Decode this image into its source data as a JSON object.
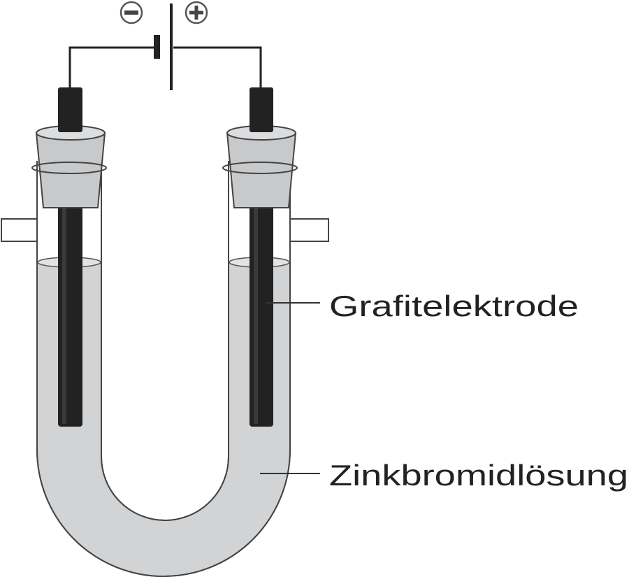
{
  "diagram": {
    "battery": {
      "negative_symbol": "minus-sign",
      "positive_symbol": "plus-sign"
    },
    "labels": {
      "electrode": "Grafitelektrode",
      "solution": "Zinkbromidlösung"
    },
    "colors": {
      "solution": "#d2d3d5",
      "electrode": "#222222",
      "stopper": "#c8c9cb",
      "outline": "#333333"
    }
  }
}
